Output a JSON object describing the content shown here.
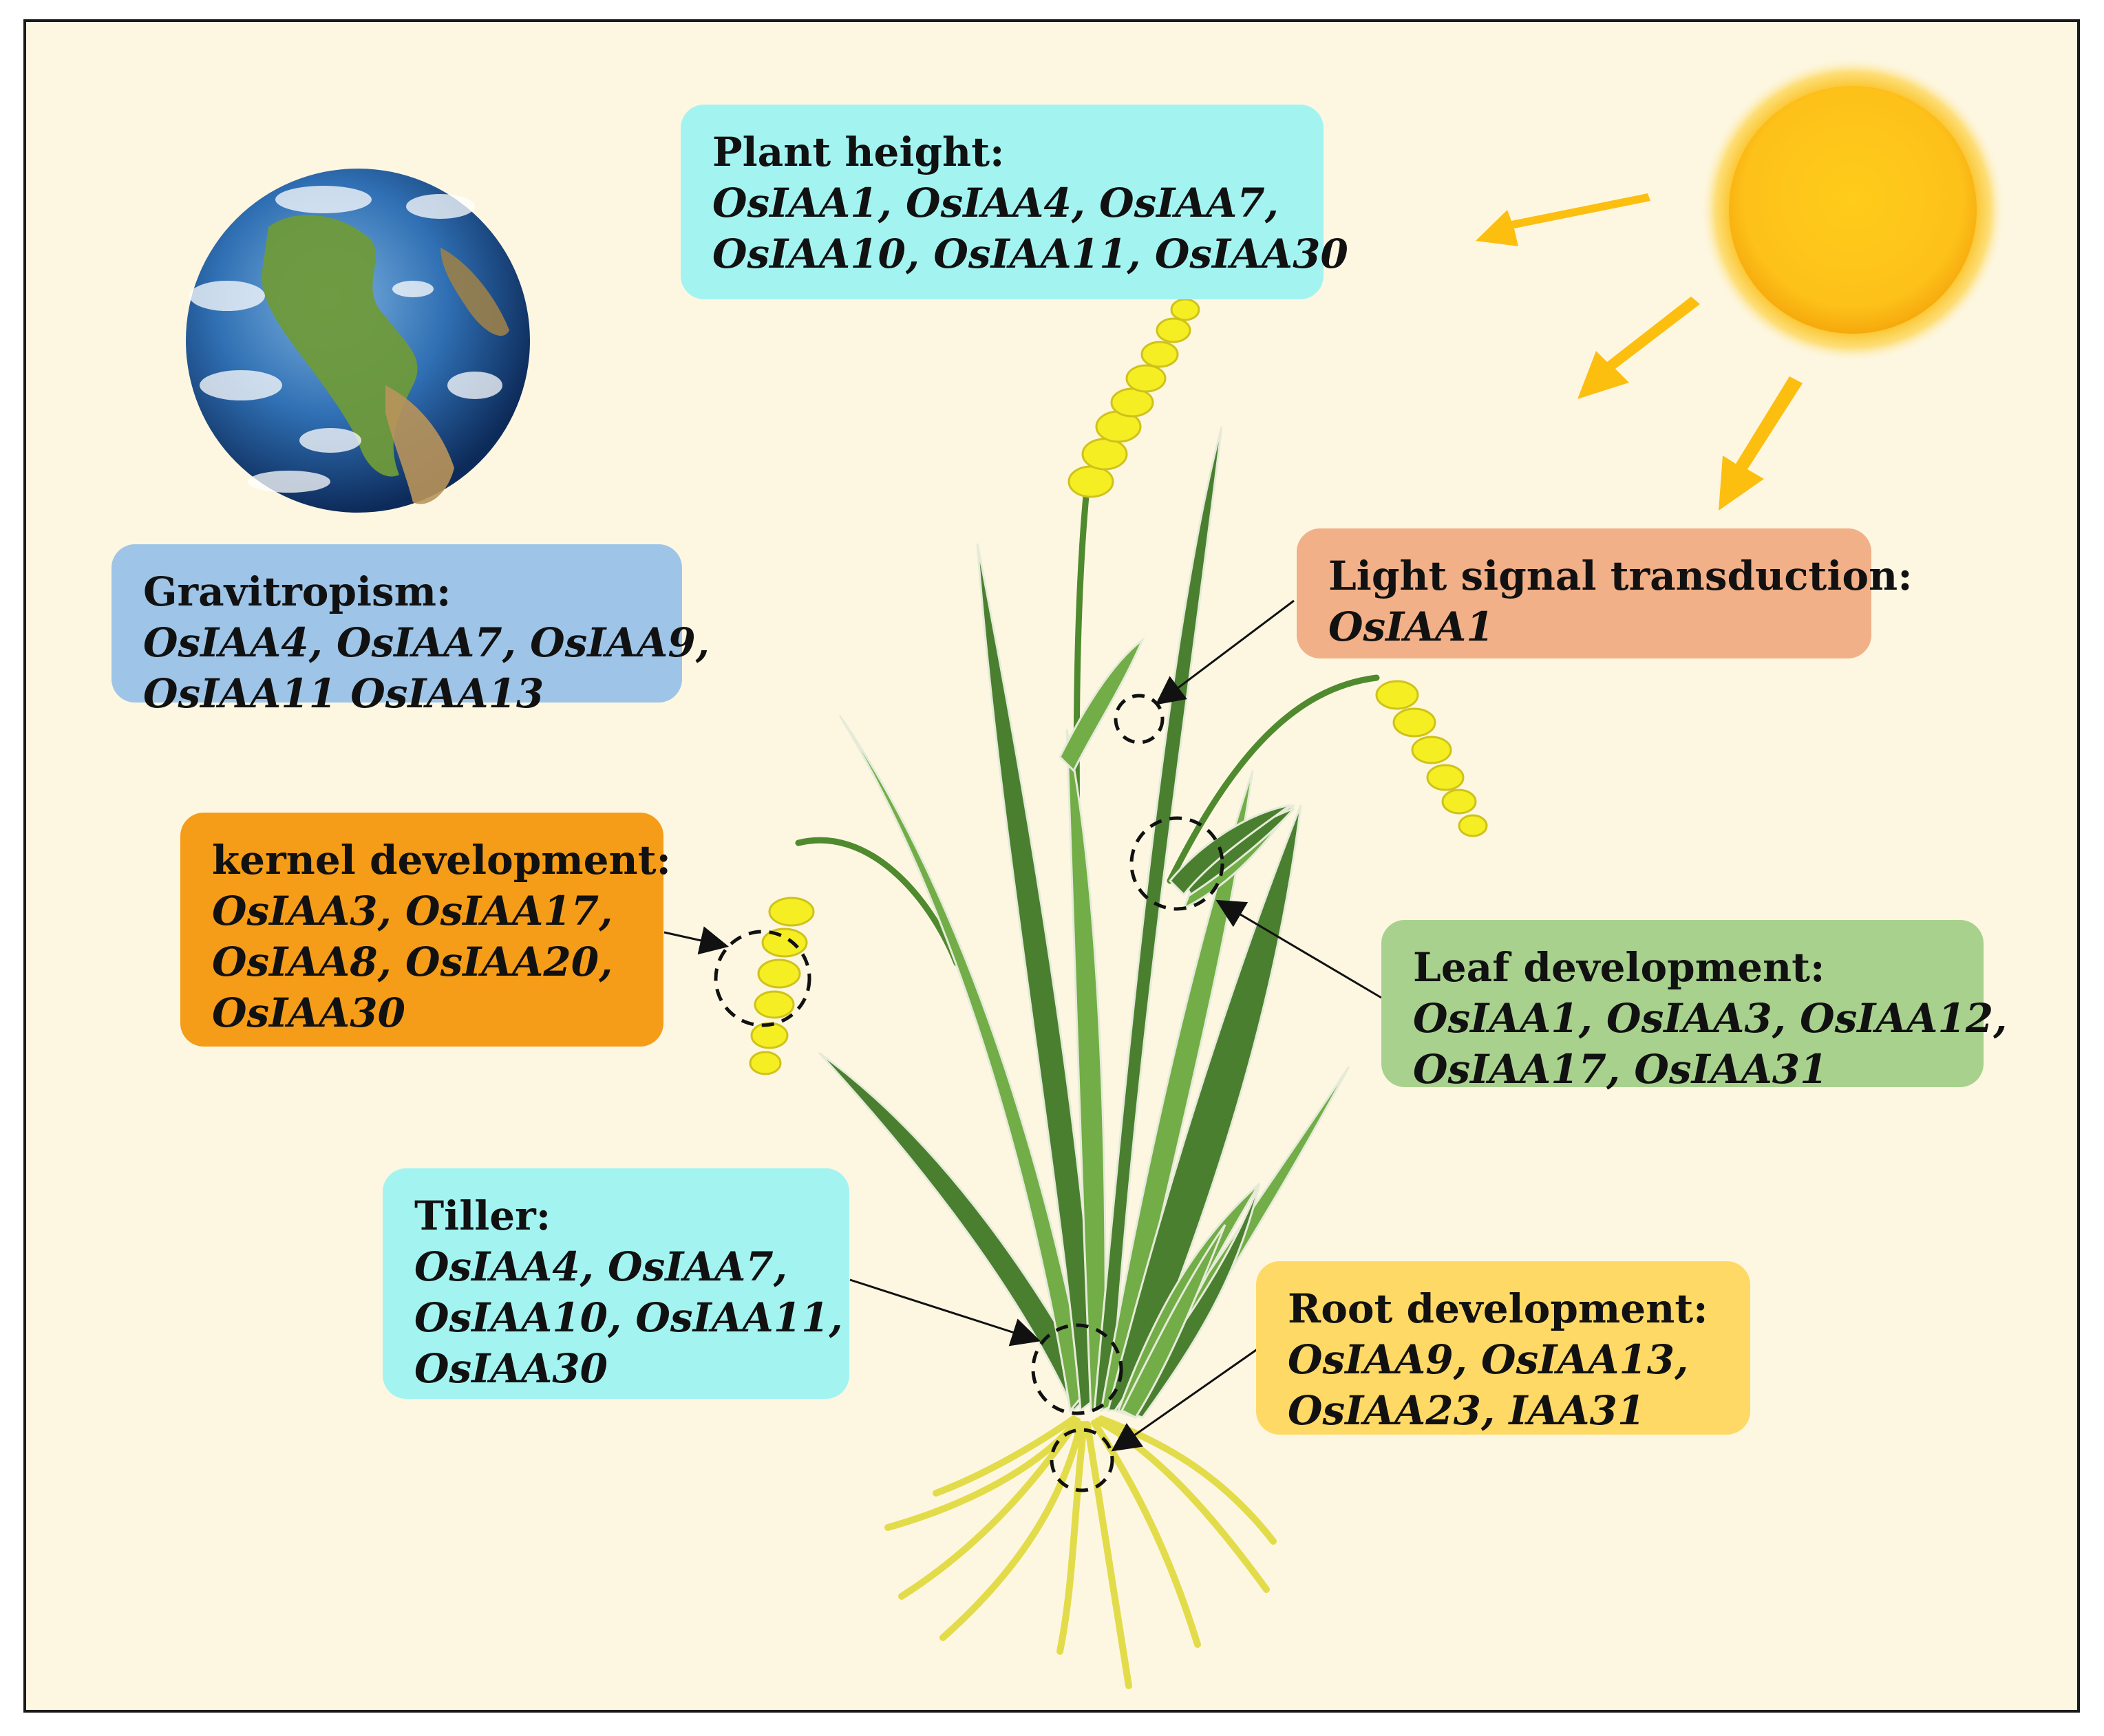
{
  "colors": {
    "background": "#fdf7e2",
    "cyan_box": "#a3f4f1",
    "blue_box": "#9ec5e8",
    "orange_box": "#f59c19",
    "salmon_box": "#f1b088",
    "green_box": "#a9d18e",
    "yellow_box": "#ffd966",
    "sun_arrow": "#fcbf10",
    "leaf_dark": "#4a7f30",
    "leaf_light": "#72ad47",
    "grain": "#f5ee22",
    "root": "#e3dc4a"
  },
  "icons": [
    "earth-icon",
    "sun-icon"
  ],
  "boxes": {
    "plant_height": {
      "title": "Plant height:",
      "genes": [
        "OsIAA1, OsIAA4, OsIAA7,",
        "OsIAA10, OsIAA11, OsIAA30"
      ]
    },
    "gravitropism": {
      "title": "Gravitropism:",
      "genes": [
        "OsIAA4, OsIAA7, OsIAA9,",
        "OsIAA11 OsIAA13"
      ]
    },
    "kernel": {
      "title": "kernel development:",
      "genes": [
        "OsIAA3, OsIAA17,",
        "OsIAA8, OsIAA20,",
        "OsIAA30"
      ]
    },
    "light": {
      "title": "Light signal transduction:",
      "genes": [
        "OsIAA1"
      ]
    },
    "leaf": {
      "title": "Leaf development:",
      "genes": [
        "OsIAA1, OsIAA3, OsIAA12,",
        "OsIAA17, OsIAA31"
      ]
    },
    "tiller": {
      "title": "Tiller:",
      "genes": [
        "OsIAA4, OsIAA7,",
        "OsIAA10, OsIAA11,",
        "OsIAA30"
      ]
    },
    "root": {
      "title": "Root development:",
      "genes": [
        "OsIAA9, OsIAA13,",
        "OsIAA23, IAA31"
      ]
    }
  }
}
